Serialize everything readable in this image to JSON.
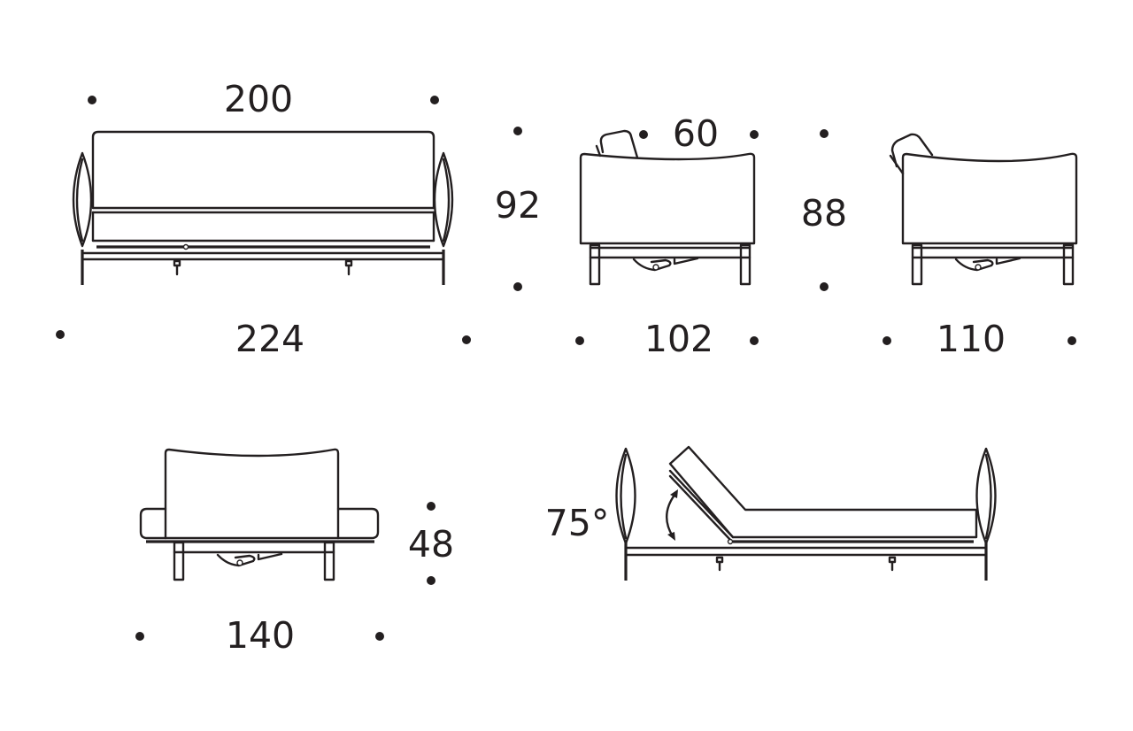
{
  "colors": {
    "line": "#231f20",
    "background": "#ffffff"
  },
  "views": {
    "front": {
      "seat_width": "200",
      "overall_width": "224"
    },
    "side": {
      "height": "92",
      "seat_depth": "60",
      "depth": "102"
    },
    "side_reclined": {
      "height": "88",
      "depth": "110"
    },
    "bed": {
      "seat_height": "48",
      "bed_depth": "140"
    },
    "lounge": {
      "angle": "75°"
    }
  }
}
